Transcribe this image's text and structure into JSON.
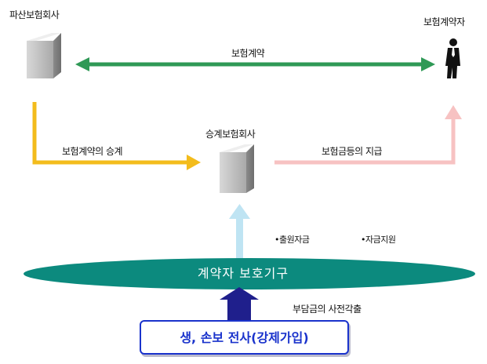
{
  "nodes": {
    "bankrupt_insurer": "파산보험회사",
    "policyholder": "보험계약자",
    "successor_insurer": "승계보험회사",
    "protection_body": "계약자 보호기구",
    "all_insurers": "생, 손보 전사(강제가입)"
  },
  "edges": {
    "insurance_contract": "보험계약",
    "contract_transfer": "보험계약의 승계",
    "claim_payment": "보험금등의 지급",
    "contribution": "부담금의 사전각출"
  },
  "support_items": [
    "•출원자금",
    "•자금지원"
  ],
  "colors": {
    "green_arrow": "#2f9956",
    "orange_arrow": "#f3bc1c",
    "pink_arrow": "#f7c2c2",
    "light_blue_arrow": "#bfe4f3",
    "navy_arrow": "#1f1f8c",
    "teal_band": "#0c8a7e",
    "box_border_blue": "#1a33cc"
  },
  "icons": [
    "building-icon",
    "person-icon"
  ]
}
